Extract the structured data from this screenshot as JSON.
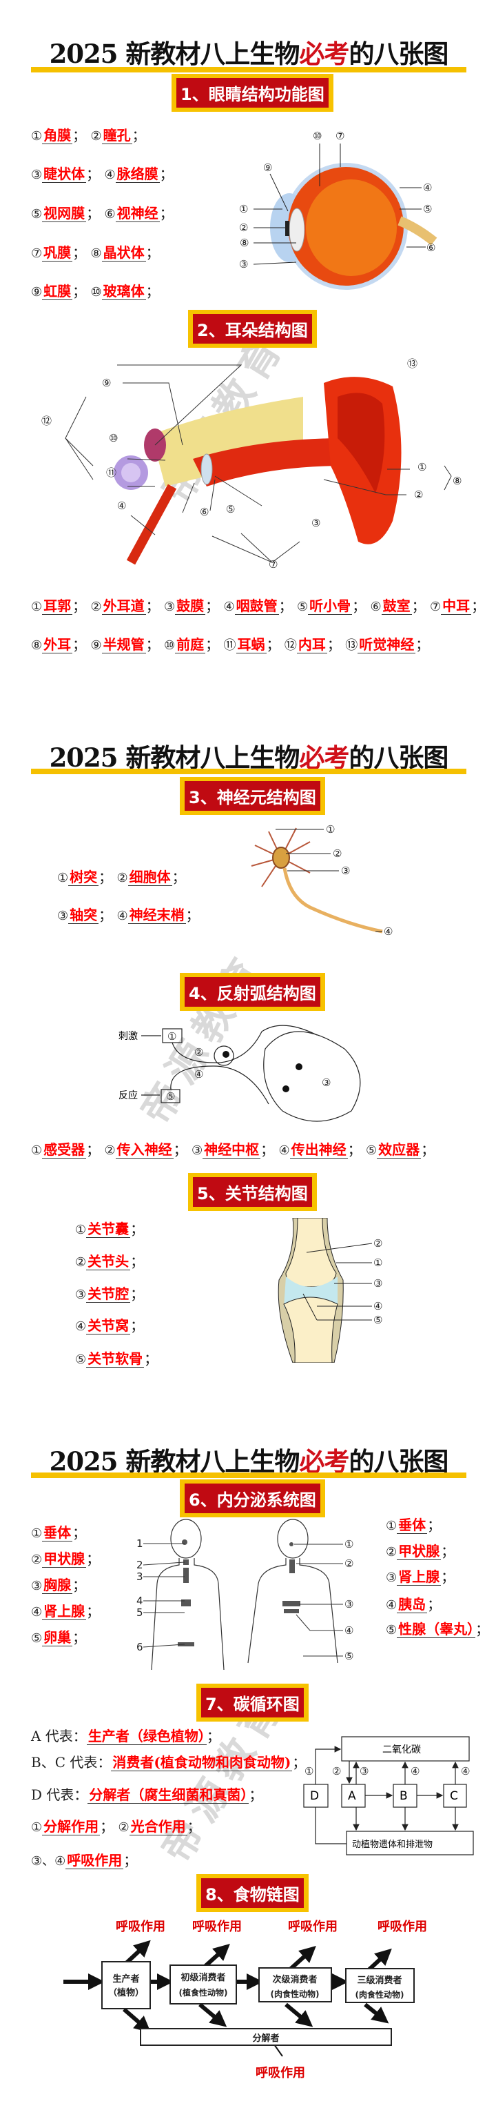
{
  "title": {
    "pre": "2025 新教材八上生物",
    "highlight": "必考",
    "post": "的八张图"
  },
  "watermark": "帝源教育",
  "sep": "；",
  "colors": {
    "accent_red": "#c00a12",
    "answer_red": "#ff0000",
    "banner_yellow": "#f5c000"
  },
  "eye": {
    "heading": "1、眼睛结构功能图",
    "rows": [
      [
        {
          "n": "①",
          "a": "角膜"
        },
        {
          "n": "②",
          "a": "瞳孔"
        }
      ],
      [
        {
          "n": "③",
          "a": "睫状体"
        },
        {
          "n": "④",
          "a": "脉络膜"
        }
      ],
      [
        {
          "n": "⑤",
          "a": "视网膜"
        },
        {
          "n": "⑥",
          "a": "视神经"
        }
      ],
      [
        {
          "n": "⑦",
          "a": "巩膜"
        },
        {
          "n": "⑧",
          "a": "晶状体"
        }
      ],
      [
        {
          "n": "⑨",
          "a": "虹膜"
        },
        {
          "n": "⑩",
          "a": "玻璃体"
        }
      ]
    ],
    "marks": [
      "①",
      "②",
      "③",
      "④",
      "⑤",
      "⑥",
      "⑦",
      "⑧",
      "⑨",
      "⑩"
    ]
  },
  "ear": {
    "heading": "2、耳朵结构图",
    "rows": [
      [
        {
          "n": "①",
          "a": "耳郭"
        },
        {
          "n": "②",
          "a": "外耳道"
        },
        {
          "n": "③",
          "a": "鼓膜"
        },
        {
          "n": "④",
          "a": "咽鼓管"
        },
        {
          "n": "⑤",
          "a": "听小骨"
        },
        {
          "n": "⑥",
          "a": "鼓室"
        },
        {
          "n": "⑦",
          "a": "中耳"
        }
      ],
      [
        {
          "n": "⑧",
          "a": "外耳"
        },
        {
          "n": "⑨",
          "a": "半规管"
        },
        {
          "n": "⑩",
          "a": "前庭"
        },
        {
          "n": "⑪",
          "a": "耳蜗"
        },
        {
          "n": "⑫",
          "a": "内耳"
        },
        {
          "n": "⑬",
          "a": "听觉神经"
        }
      ]
    ],
    "marks": [
      "①",
      "②",
      "③",
      "④",
      "⑤",
      "⑥",
      "⑦",
      "⑧",
      "⑨",
      "⑩",
      "⑪",
      "⑫",
      "⑬"
    ]
  },
  "neuron": {
    "heading": "3、神经元结构图",
    "rows": [
      [
        {
          "n": "①",
          "a": "树突"
        },
        {
          "n": "②",
          "a": "细胞体"
        }
      ],
      [
        {
          "n": "③",
          "a": "轴突"
        },
        {
          "n": "④",
          "a": "神经末梢"
        }
      ]
    ],
    "marks": [
      "①",
      "②",
      "③",
      "④"
    ]
  },
  "reflex": {
    "heading": "4、反射弧结构图",
    "rows": [
      [
        {
          "n": "①",
          "a": "感受器"
        },
        {
          "n": "②",
          "a": "传入神经"
        },
        {
          "n": "③",
          "a": "神经中枢"
        },
        {
          "n": "④",
          "a": "传出神经"
        },
        {
          "n": "⑤",
          "a": "效应器"
        }
      ]
    ],
    "stimulus": "刺激",
    "response": "反应",
    "marks": [
      "①",
      "②",
      "③",
      "④",
      "⑤"
    ]
  },
  "joint": {
    "heading": "5、关节结构图",
    "rows": [
      [
        {
          "n": "①",
          "a": "关节囊"
        }
      ],
      [
        {
          "n": "②",
          "a": "关节头"
        }
      ],
      [
        {
          "n": "③",
          "a": "关节腔"
        }
      ],
      [
        {
          "n": "④",
          "a": "关节窝"
        }
      ],
      [
        {
          "n": "⑤",
          "a": "关节软骨"
        }
      ]
    ],
    "marks": [
      "①",
      "②",
      "③",
      "④",
      "⑤"
    ]
  },
  "endocrine": {
    "heading": "6、内分泌系统图",
    "left_rows": [
      [
        {
          "n": "①",
          "a": "垂体"
        }
      ],
      [
        {
          "n": "②",
          "a": "甲状腺"
        }
      ],
      [
        {
          "n": "③",
          "a": "胸腺"
        }
      ],
      [
        {
          "n": "④",
          "a": "肾上腺"
        }
      ],
      [
        {
          "n": "⑤",
          "a": "卵巢"
        }
      ]
    ],
    "right_rows": [
      [
        {
          "n": "①",
          "a": "垂体"
        }
      ],
      [
        {
          "n": "②",
          "a": "甲状腺"
        }
      ],
      [
        {
          "n": "③",
          "a": "肾上腺"
        }
      ],
      [
        {
          "n": "④",
          "a": "胰岛"
        }
      ],
      [
        {
          "n": "⑤",
          "a": "性腺（睾丸）"
        }
      ]
    ],
    "female_marks": [
      "1",
      "2",
      "3",
      "4",
      "5",
      "6"
    ],
    "male_marks": [
      "①",
      "②",
      "③",
      "④",
      "⑤"
    ]
  },
  "carbon": {
    "heading": "7、碳循环图",
    "rows": [
      [
        {
          "pre": "A 代表：",
          "n": "",
          "a": "生产者（绿色植物）"
        }
      ],
      [
        {
          "pre": "B、C 代表：",
          "n": "",
          "a": "消费者(植食动物和肉食动物)"
        }
      ],
      [
        {
          "pre": "D 代表：",
          "n": "",
          "a": "分解者（腐生细菌和真菌）"
        }
      ],
      [
        {
          "n": "①",
          "a": "分解作用"
        },
        {
          "n": "②",
          "a": "光合作用"
        }
      ],
      [
        {
          "n": "③、④",
          "a": "呼吸作用"
        }
      ]
    ],
    "co2": "二氧化碳",
    "remains": "动植物遗体和排泄物",
    "boxes": [
      "D",
      "A",
      "B",
      "C"
    ],
    "marks": [
      "①",
      "②",
      "③",
      "④",
      "④"
    ]
  },
  "foodchain": {
    "heading": "8、食物链图",
    "respiration": "呼吸作用",
    "producer": [
      "生产者",
      "（植物）"
    ],
    "primary": [
      "初级消费者",
      "(植食性动物)"
    ],
    "secondary": [
      "次级消费者",
      "(肉食性动物)"
    ],
    "tertiary": [
      "三级消费者",
      "(肉食性动物)"
    ],
    "decomposer": "分解者"
  }
}
